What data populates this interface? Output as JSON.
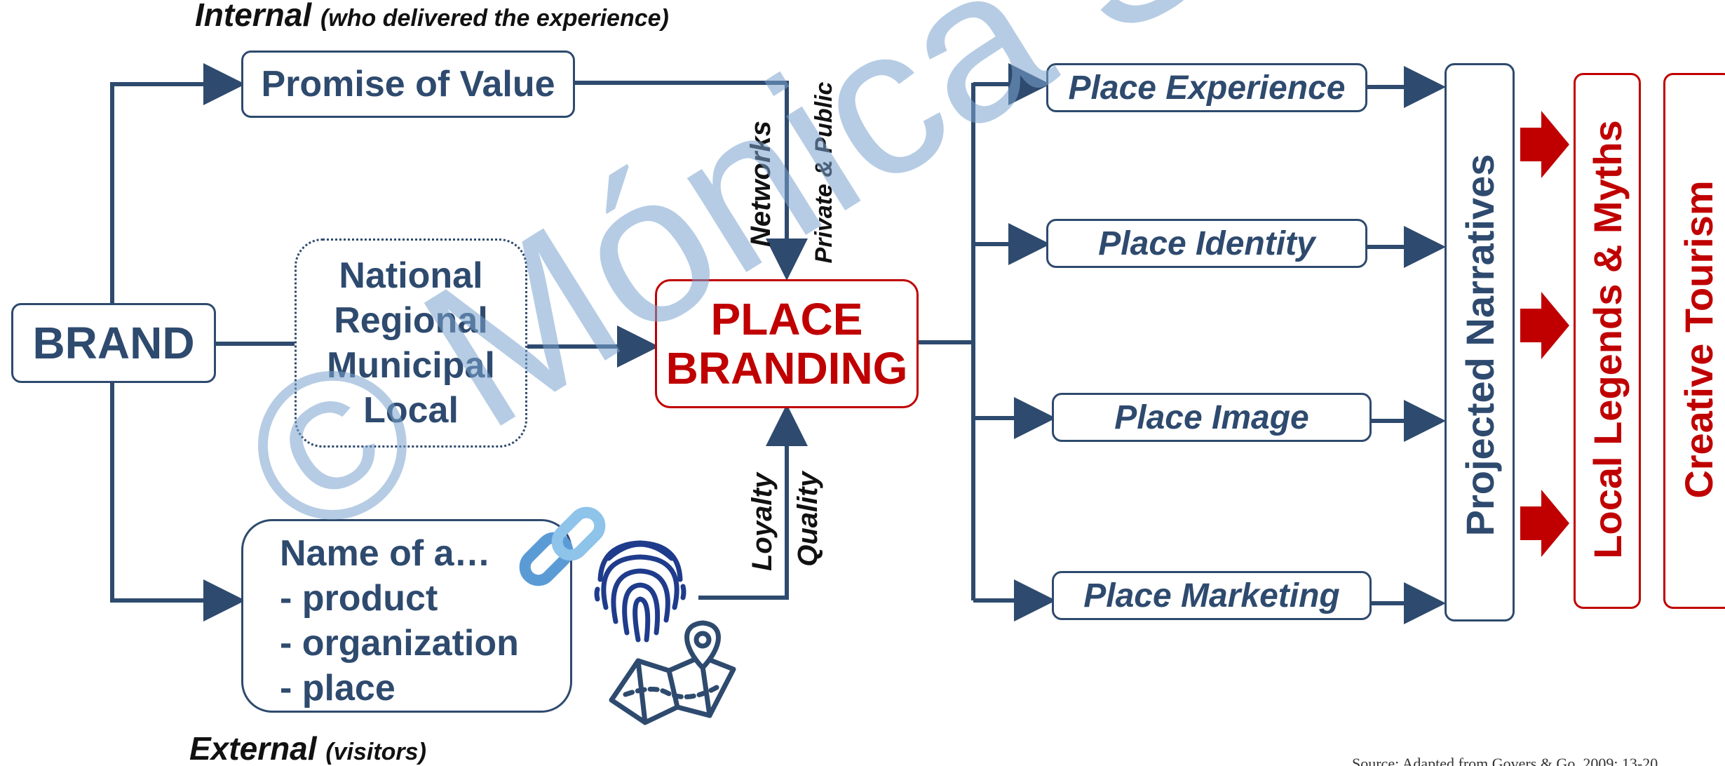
{
  "watermark": "© Mónica Silva",
  "headings": {
    "internal_main": "Internal",
    "internal_sub": "(who delivered the experience)",
    "external_main": "External",
    "external_sub": "(visitors)"
  },
  "brand": "BRAND",
  "promise": "Promise of Value",
  "levels": [
    "National",
    "Regional",
    "Municipal",
    "Local"
  ],
  "name_of": [
    "Name of a…",
    "- product",
    "- organization",
    "- place"
  ],
  "center": [
    "PLACE",
    "BRANDING"
  ],
  "connector_labels": {
    "networks": "Networks",
    "private_public": "Private & Public",
    "loyalty": "Loyalty",
    "quality": "Quality"
  },
  "outputs": [
    "Place Experience",
    "Place Identity",
    "Place Image",
    "Place Marketing"
  ],
  "projected": "Projected Narratives",
  "legends": "Local Legends & Myths",
  "creative": "Creative Tourism",
  "icons": [
    "chain-link-icon",
    "fingerprint-icon",
    "map-pin-icon"
  ],
  "source": "Source: Adapted from Govers & Go, 2009: 13-20",
  "colors": {
    "navy": "#2e4a6e",
    "red": "#c00000",
    "watermark": "#7ba3cf",
    "chain": "#5b9bd5",
    "fingerprint": "#1f3b8c"
  }
}
